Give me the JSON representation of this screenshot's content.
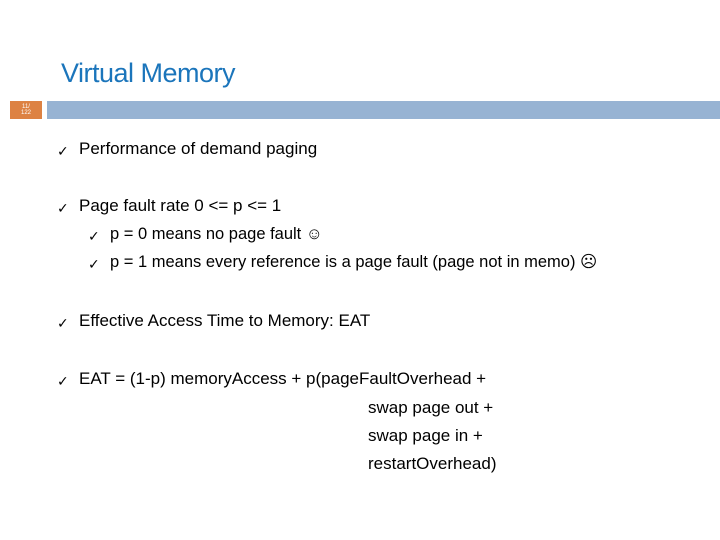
{
  "slide": {
    "title": "Virtual Memory",
    "slide_number": {
      "line1": "11/",
      "line2": "122"
    },
    "colors": {
      "title_text": "#1B75BB",
      "header_bar": "#97B3D3",
      "page_marker": "#DD8243",
      "body_text": "#000000",
      "background": "#FFFFFF"
    },
    "bullet_marker": "✓",
    "bullets": [
      {
        "level": 1,
        "text": "Performance of demand paging"
      },
      {
        "level": 1,
        "text": "Page fault rate 0 <= p <= 1"
      },
      {
        "level": 2,
        "text": "p = 0 means no page fault ☺"
      },
      {
        "level": 2,
        "text": "p = 1 means every reference is a page fault (page not in memo) ☹"
      },
      {
        "level": 1,
        "text": "Effective Access Time to Memory: EAT"
      },
      {
        "level": 1,
        "text": "EAT = (1-p) memoryAccess + p(pageFaultOverhead +"
      },
      {
        "level": 0,
        "text": "swap page out +"
      },
      {
        "level": 0,
        "text": "swap page in +"
      },
      {
        "level": 0,
        "text": "restartOverhead)"
      }
    ]
  }
}
